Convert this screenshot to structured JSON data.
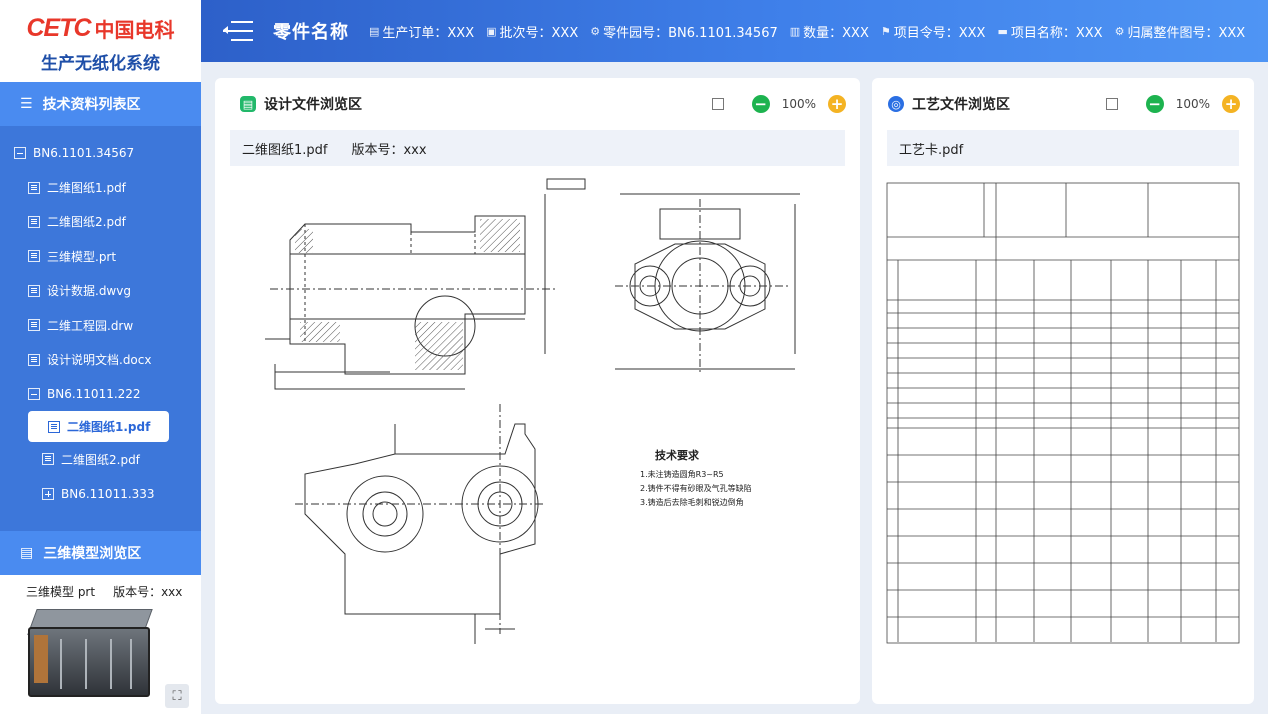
{
  "brand": {
    "logo_mark": "CETC",
    "logo_cn": "中国电科",
    "system_title": "生产无纸化系统"
  },
  "sidebar": {
    "section_title": "技术资料列表区",
    "tree": [
      {
        "label": "BN6.1101.34567",
        "type": "folder-open",
        "level": 0
      },
      {
        "label": "二维图纸1.pdf",
        "type": "file",
        "level": 1
      },
      {
        "label": "二维图纸2.pdf",
        "type": "file",
        "level": 1
      },
      {
        "label": "三维模型.prt",
        "type": "file",
        "level": 1
      },
      {
        "label": "设计数据.dwvg",
        "type": "file",
        "level": 1
      },
      {
        "label": "二维工程园.drw",
        "type": "file",
        "level": 1
      },
      {
        "label": "设计说明文档.docx",
        "type": "file",
        "level": 1
      },
      {
        "label": "BN6.11011.222",
        "type": "folder-open",
        "level": 1
      },
      {
        "label": "二维图纸1.pdf",
        "type": "file",
        "level": 2,
        "selected": true
      },
      {
        "label": "二维图纸2.pdf",
        "type": "file",
        "level": 2
      },
      {
        "label": "BN6.11011.333",
        "type": "folder-closed",
        "level": 2
      }
    ],
    "model_section_title": "三维模型浏览区",
    "model_name": "三维模型 prt",
    "model_version": "版本号：xxx"
  },
  "header": {
    "part_title": "零件名称",
    "fields": [
      {
        "label": "生产订单：XXX",
        "icon": "clipboard-icon"
      },
      {
        "label": "批次号：XXX",
        "icon": "database-icon"
      },
      {
        "label": "零件园号：BN6.1101.34567",
        "icon": "gear-icon"
      },
      {
        "label": "数量：XXX",
        "icon": "bar-chart-icon"
      },
      {
        "label": "项目令号：XXX",
        "icon": "flag-icon"
      },
      {
        "label": "项目名称：XXX",
        "icon": "folder-icon"
      },
      {
        "label": "归属整件图号：XXX",
        "icon": "gears-icon"
      }
    ]
  },
  "design_panel": {
    "title": "设计文件浏览区",
    "zoom": "100%",
    "file_name": "二维图纸1.pdf",
    "version": "版本号：xxx",
    "tech_title": "技术要求",
    "tech_lines": [
      "1.未注铸造圆角R3~R5",
      "2.铸件不得有砂眼及气孔等缺陷",
      "3.铸造后去除毛刺和锐边倒角"
    ]
  },
  "process_panel": {
    "title": "工艺文件浏览区",
    "zoom": "100%",
    "file_name": "工艺卡.pdf"
  },
  "colors": {
    "primary": "#3d77da",
    "accent": "#4a8bf0",
    "minus": "#1db34f",
    "plus": "#f4b323",
    "brand_red": "#e8372a"
  }
}
